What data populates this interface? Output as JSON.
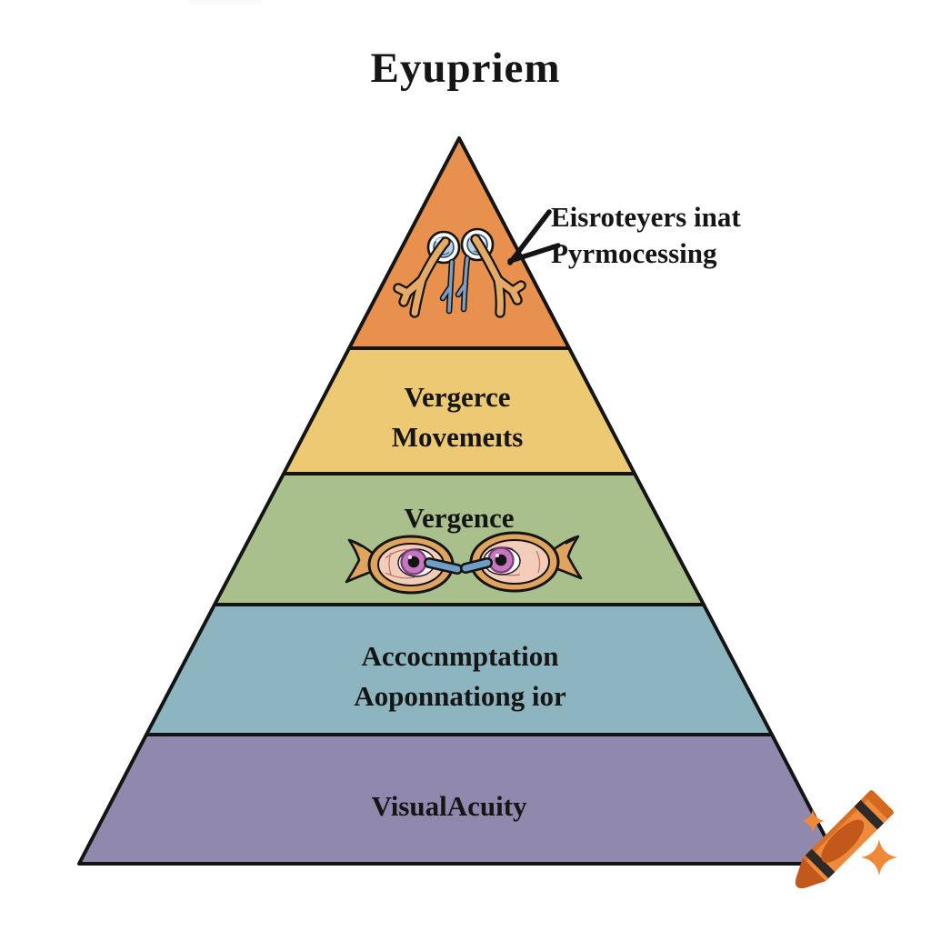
{
  "title": "Eyupriem",
  "annotation": {
    "line1": "Eisroteyers inat",
    "line2": "Pyrmocessing"
  },
  "pyramid": {
    "outline_color": "#141414",
    "layers": [
      {
        "id": "eye-processing-top",
        "color": "#e8904e",
        "line1": "",
        "line2": ""
      },
      {
        "id": "vergence-movements",
        "color": "#edc973",
        "line1": "Vergerce",
        "line2": "Movemeıts"
      },
      {
        "id": "vergence",
        "color": "#a9c08c",
        "line1": "Vergence",
        "line2": ""
      },
      {
        "id": "accommodation",
        "color": "#8db5bf",
        "line1": "Accocnmptation",
        "line2": "Aoponnationg ior"
      },
      {
        "id": "visual-acuity",
        "color": "#9188ae",
        "line1": "VisualAcuity",
        "line2": ""
      }
    ]
  },
  "icons": {
    "top_illustration": "two-eyeballs-superior-view-with-optic-nerves",
    "vergence_illustration": "two-eye-cross-sections-linked-by-band",
    "corner_decoration": "orange-crayon-with-sparkles"
  },
  "colors": {
    "background": "#ffffff",
    "text": "#151515",
    "crayon_body": "#ee8a3c",
    "crayon_dark": "#c2591b",
    "crayon_band": "#2e2a28",
    "sparkle": "#ef8838",
    "eye_muscle_tan": "#e5ab66",
    "vessel_blue": "#7d9ec2",
    "iris_pink": "#c678be",
    "eyelid_tan": "#dfa45e",
    "sclera_peach": "#f3cdb9"
  }
}
